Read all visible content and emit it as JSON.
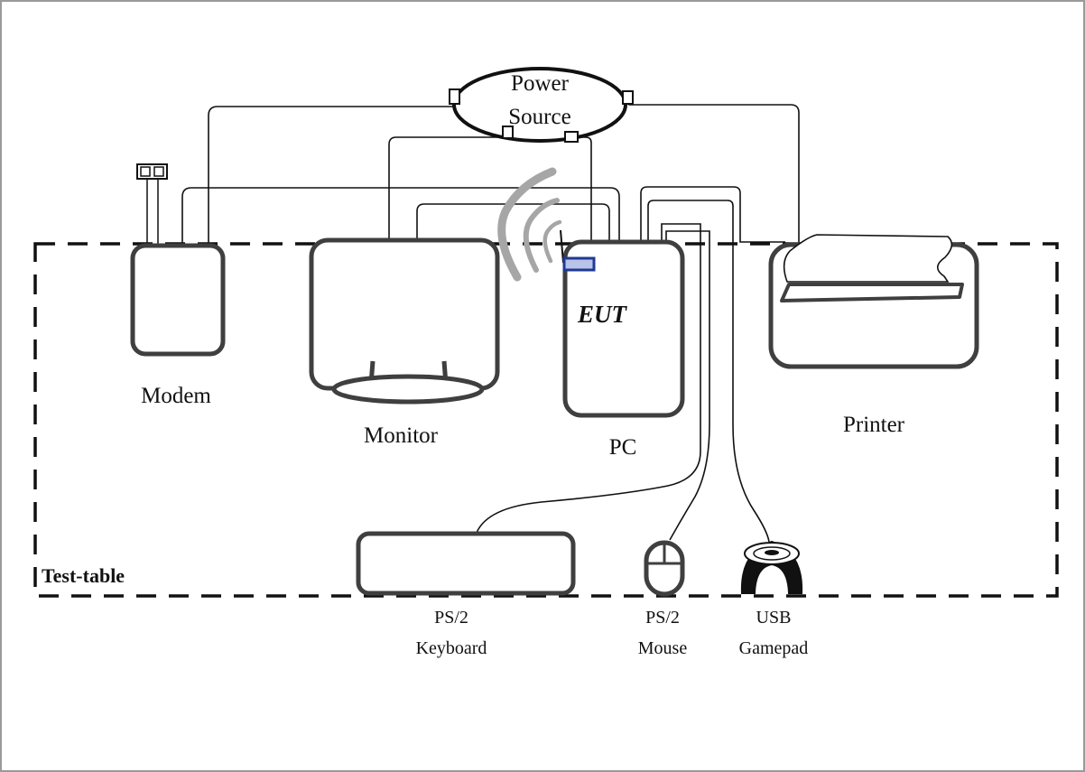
{
  "diagram": {
    "table_label": "Test-table",
    "power_source": {
      "line1": "Power",
      "line2": "Source"
    },
    "devices": {
      "modem": "Modem",
      "monitor": "Monitor",
      "pc": "PC",
      "eut": "EUT",
      "printer": "Printer",
      "keyboard": {
        "line1": "PS/2",
        "line2": "Keyboard"
      },
      "mouse": {
        "line1": "PS/2",
        "line2": "Mouse"
      },
      "gamepad": {
        "line1": "USB",
        "line2": "Gamepad"
      }
    },
    "colors": {
      "device_stroke": "#3f3f3f",
      "wire": "#111111",
      "wireless_arcs": "#a6a6a6",
      "eut_module": "#1f3a93"
    }
  }
}
